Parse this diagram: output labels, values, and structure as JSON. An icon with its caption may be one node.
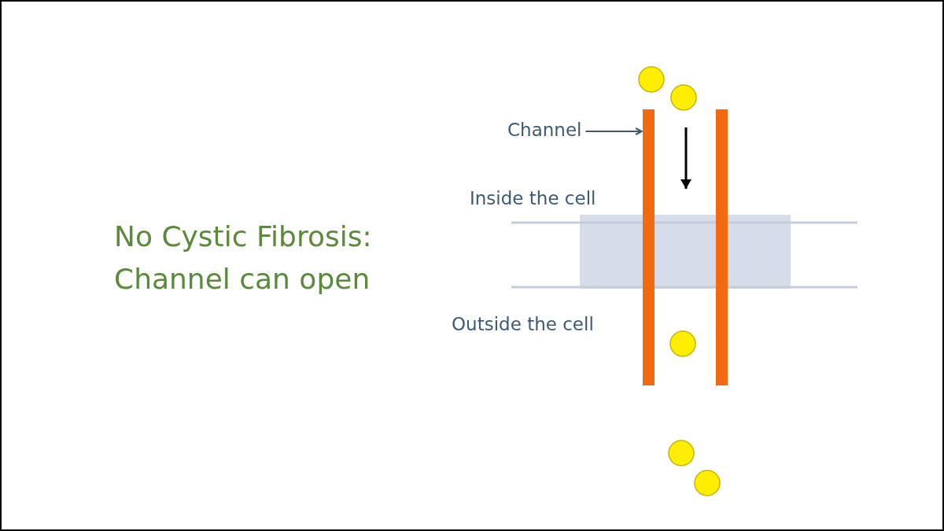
{
  "diagram": {
    "title": "No Cystic Fibrosis: Channel can open",
    "nodes": [
      {
        "text": [
          "Channel"
        ]
      },
      {
        "text": [],
        "shape": "bar"
      }
    ],
    "edges": [
      {
        "from": 0,
        "to": 1,
        "arrow": "to"
      }
    ],
    "labels": [
      "Inside the cell",
      "Outside the cell"
    ]
  }
}
